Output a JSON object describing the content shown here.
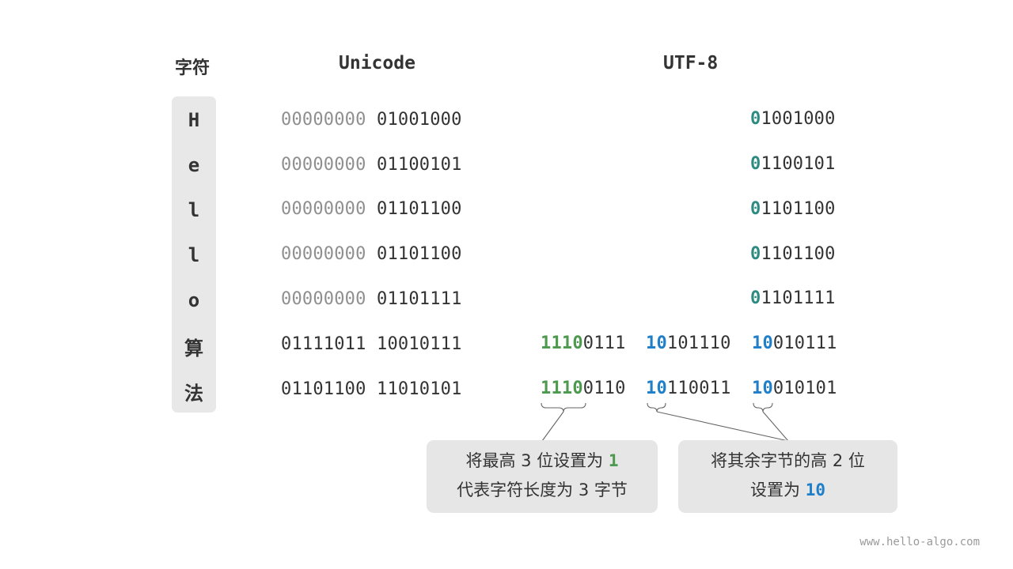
{
  "headers": {
    "char": "字符",
    "unicode": "Unicode",
    "utf8": "UTF-8"
  },
  "rows": [
    {
      "char": "H",
      "uni_hi": "00000000",
      "uni_lo": "01001000",
      "utf8": [
        {
          "prefix": "0",
          "rest": "1001000"
        }
      ]
    },
    {
      "char": "e",
      "uni_hi": "00000000",
      "uni_lo": "01100101",
      "utf8": [
        {
          "prefix": "0",
          "rest": "1100101"
        }
      ]
    },
    {
      "char": "l",
      "uni_hi": "00000000",
      "uni_lo": "01101100",
      "utf8": [
        {
          "prefix": "0",
          "rest": "1101100"
        }
      ]
    },
    {
      "char": "l",
      "uni_hi": "00000000",
      "uni_lo": "01101100",
      "utf8": [
        {
          "prefix": "0",
          "rest": "1101100"
        }
      ]
    },
    {
      "char": "o",
      "uni_hi": "00000000",
      "uni_lo": "01101111",
      "utf8": [
        {
          "prefix": "0",
          "rest": "1101111"
        }
      ]
    },
    {
      "char": "算",
      "uni_hi": "01111011",
      "uni_lo": "10010111",
      "utf8": [
        {
          "prefix": "1110",
          "rest": "0111"
        },
        {
          "prefix": "10",
          "rest": "101110"
        },
        {
          "prefix": "10",
          "rest": "010111"
        }
      ]
    },
    {
      "char": "法",
      "uni_hi": "01101100",
      "uni_lo": "11010101",
      "utf8": [
        {
          "prefix": "1110",
          "rest": "0110"
        },
        {
          "prefix": "10",
          "rest": "110011"
        },
        {
          "prefix": "10",
          "rest": "010101"
        }
      ]
    }
  ],
  "notes": {
    "left": {
      "line1_text": "将最高 3 位设置为 ",
      "line1_value": "1",
      "line2_text": "代表字符长度为 3 字节"
    },
    "right": {
      "line1_text": "将其余字节的高 2 位",
      "line2_text": "设置为 ",
      "line2_value": "10"
    }
  },
  "watermark": "www.hello-algo.com",
  "colors": {
    "ascii_prefix": "#2e8b82",
    "lead_prefix": "#4d9a4f",
    "cont_prefix": "#1f7fc8",
    "unicode_high_zero": "#8f8f8f"
  }
}
